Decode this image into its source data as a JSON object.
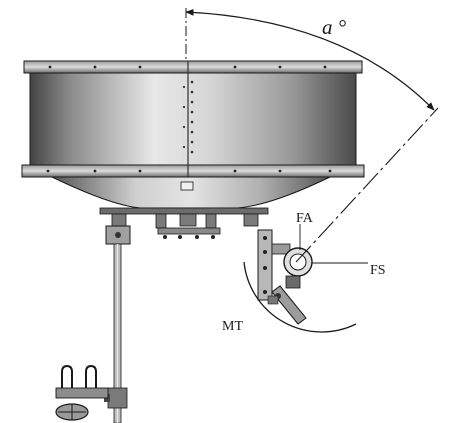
{
  "labels": {
    "angle": "a °",
    "fa": "FA",
    "fs": "FS",
    "mt": "MT"
  },
  "colors": {
    "line": "#1a1a1a",
    "body_light": "#e6e6e6",
    "body_mid": "#a8a8a8",
    "body_dark": "#505050",
    "background": "#ffffff"
  }
}
